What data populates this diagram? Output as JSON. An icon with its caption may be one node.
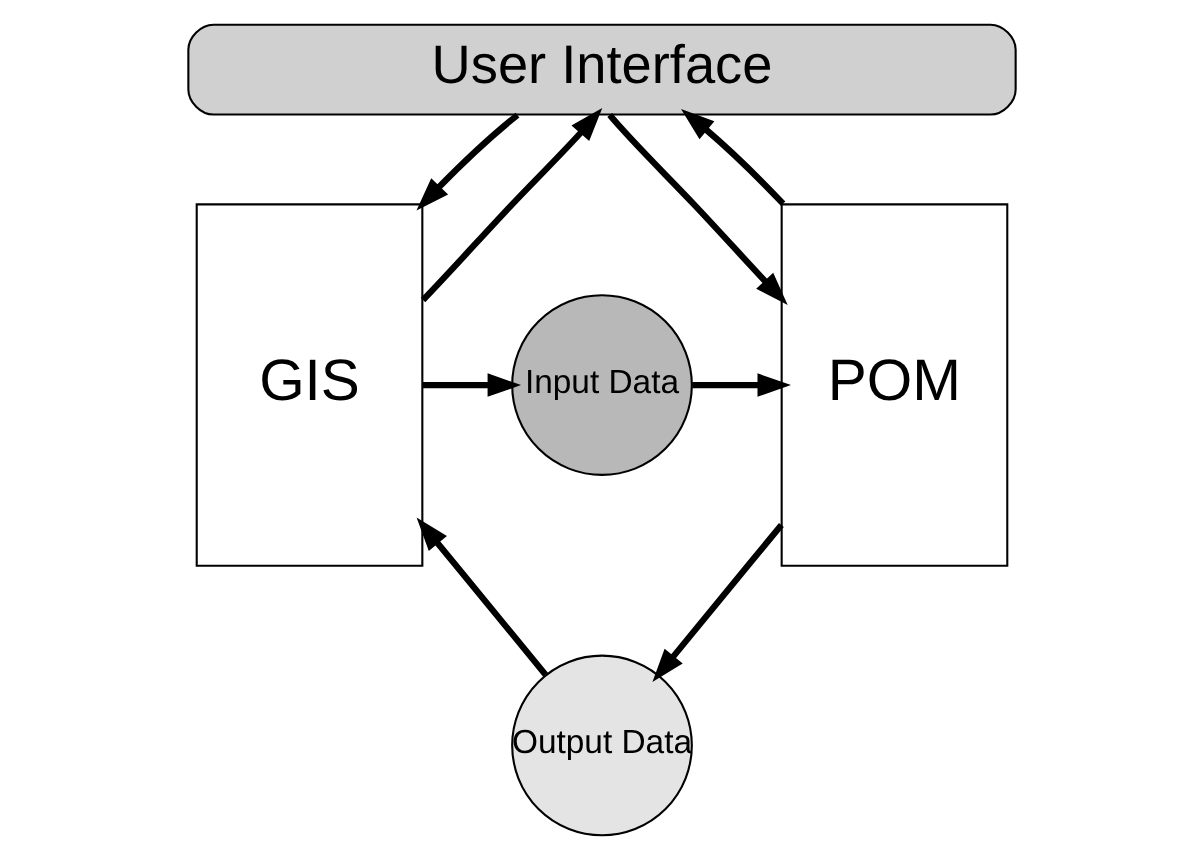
{
  "diagram": {
    "nodes": [
      {
        "text": [
          "User Interface"
        ]
      },
      {
        "text": [
          "GIS"
        ]
      },
      {
        "text": [
          "Input Data"
        ]
      },
      {
        "text": [
          "POM"
        ]
      },
      {
        "text": [
          "Output Data"
        ]
      }
    ],
    "edges": [
      {
        "from": 1,
        "to": 0,
        "arrow": "to"
      },
      {
        "from": 0,
        "to": 1,
        "arrow": "to"
      },
      {
        "from": 3,
        "to": 0,
        "arrow": "to"
      },
      {
        "from": 0,
        "to": 3,
        "arrow": "to"
      },
      {
        "from": 1,
        "to": 2,
        "arrow": "to"
      },
      {
        "from": 2,
        "to": 3,
        "arrow": "to"
      },
      {
        "from": 3,
        "to": 4,
        "arrow": "to"
      },
      {
        "from": 4,
        "to": 1,
        "arrow": "to"
      }
    ]
  }
}
